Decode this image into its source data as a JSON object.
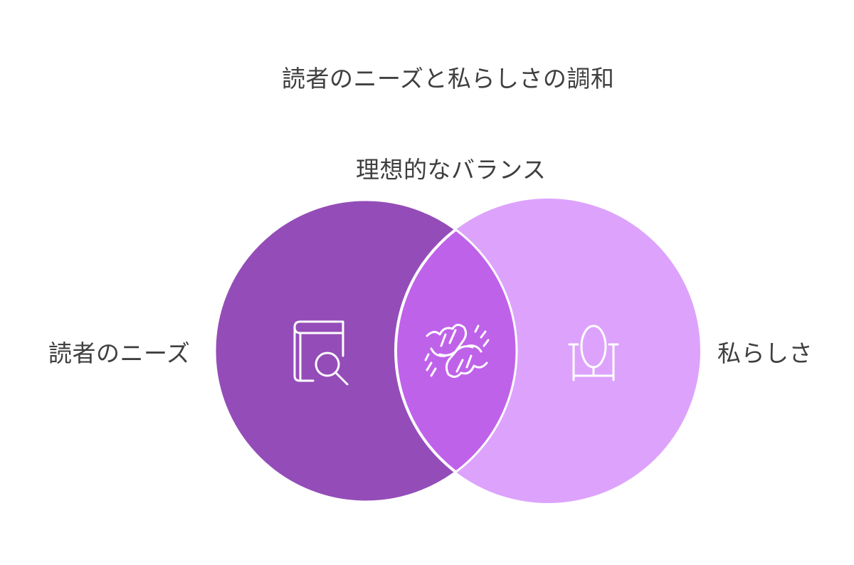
{
  "diagram": {
    "title": "読者のニーズと私らしさの調和",
    "overlap_label": "理想的なバランス",
    "left_circle": {
      "label": "読者のニーズ",
      "icon": "book-search-icon",
      "color": "#944DB8"
    },
    "right_circle": {
      "label": "私らしさ",
      "icon": "mirror-icon",
      "color": "#DDA3FC"
    },
    "intersection": {
      "icon": "fist-bump-icon",
      "color": "#BF62EA"
    }
  }
}
